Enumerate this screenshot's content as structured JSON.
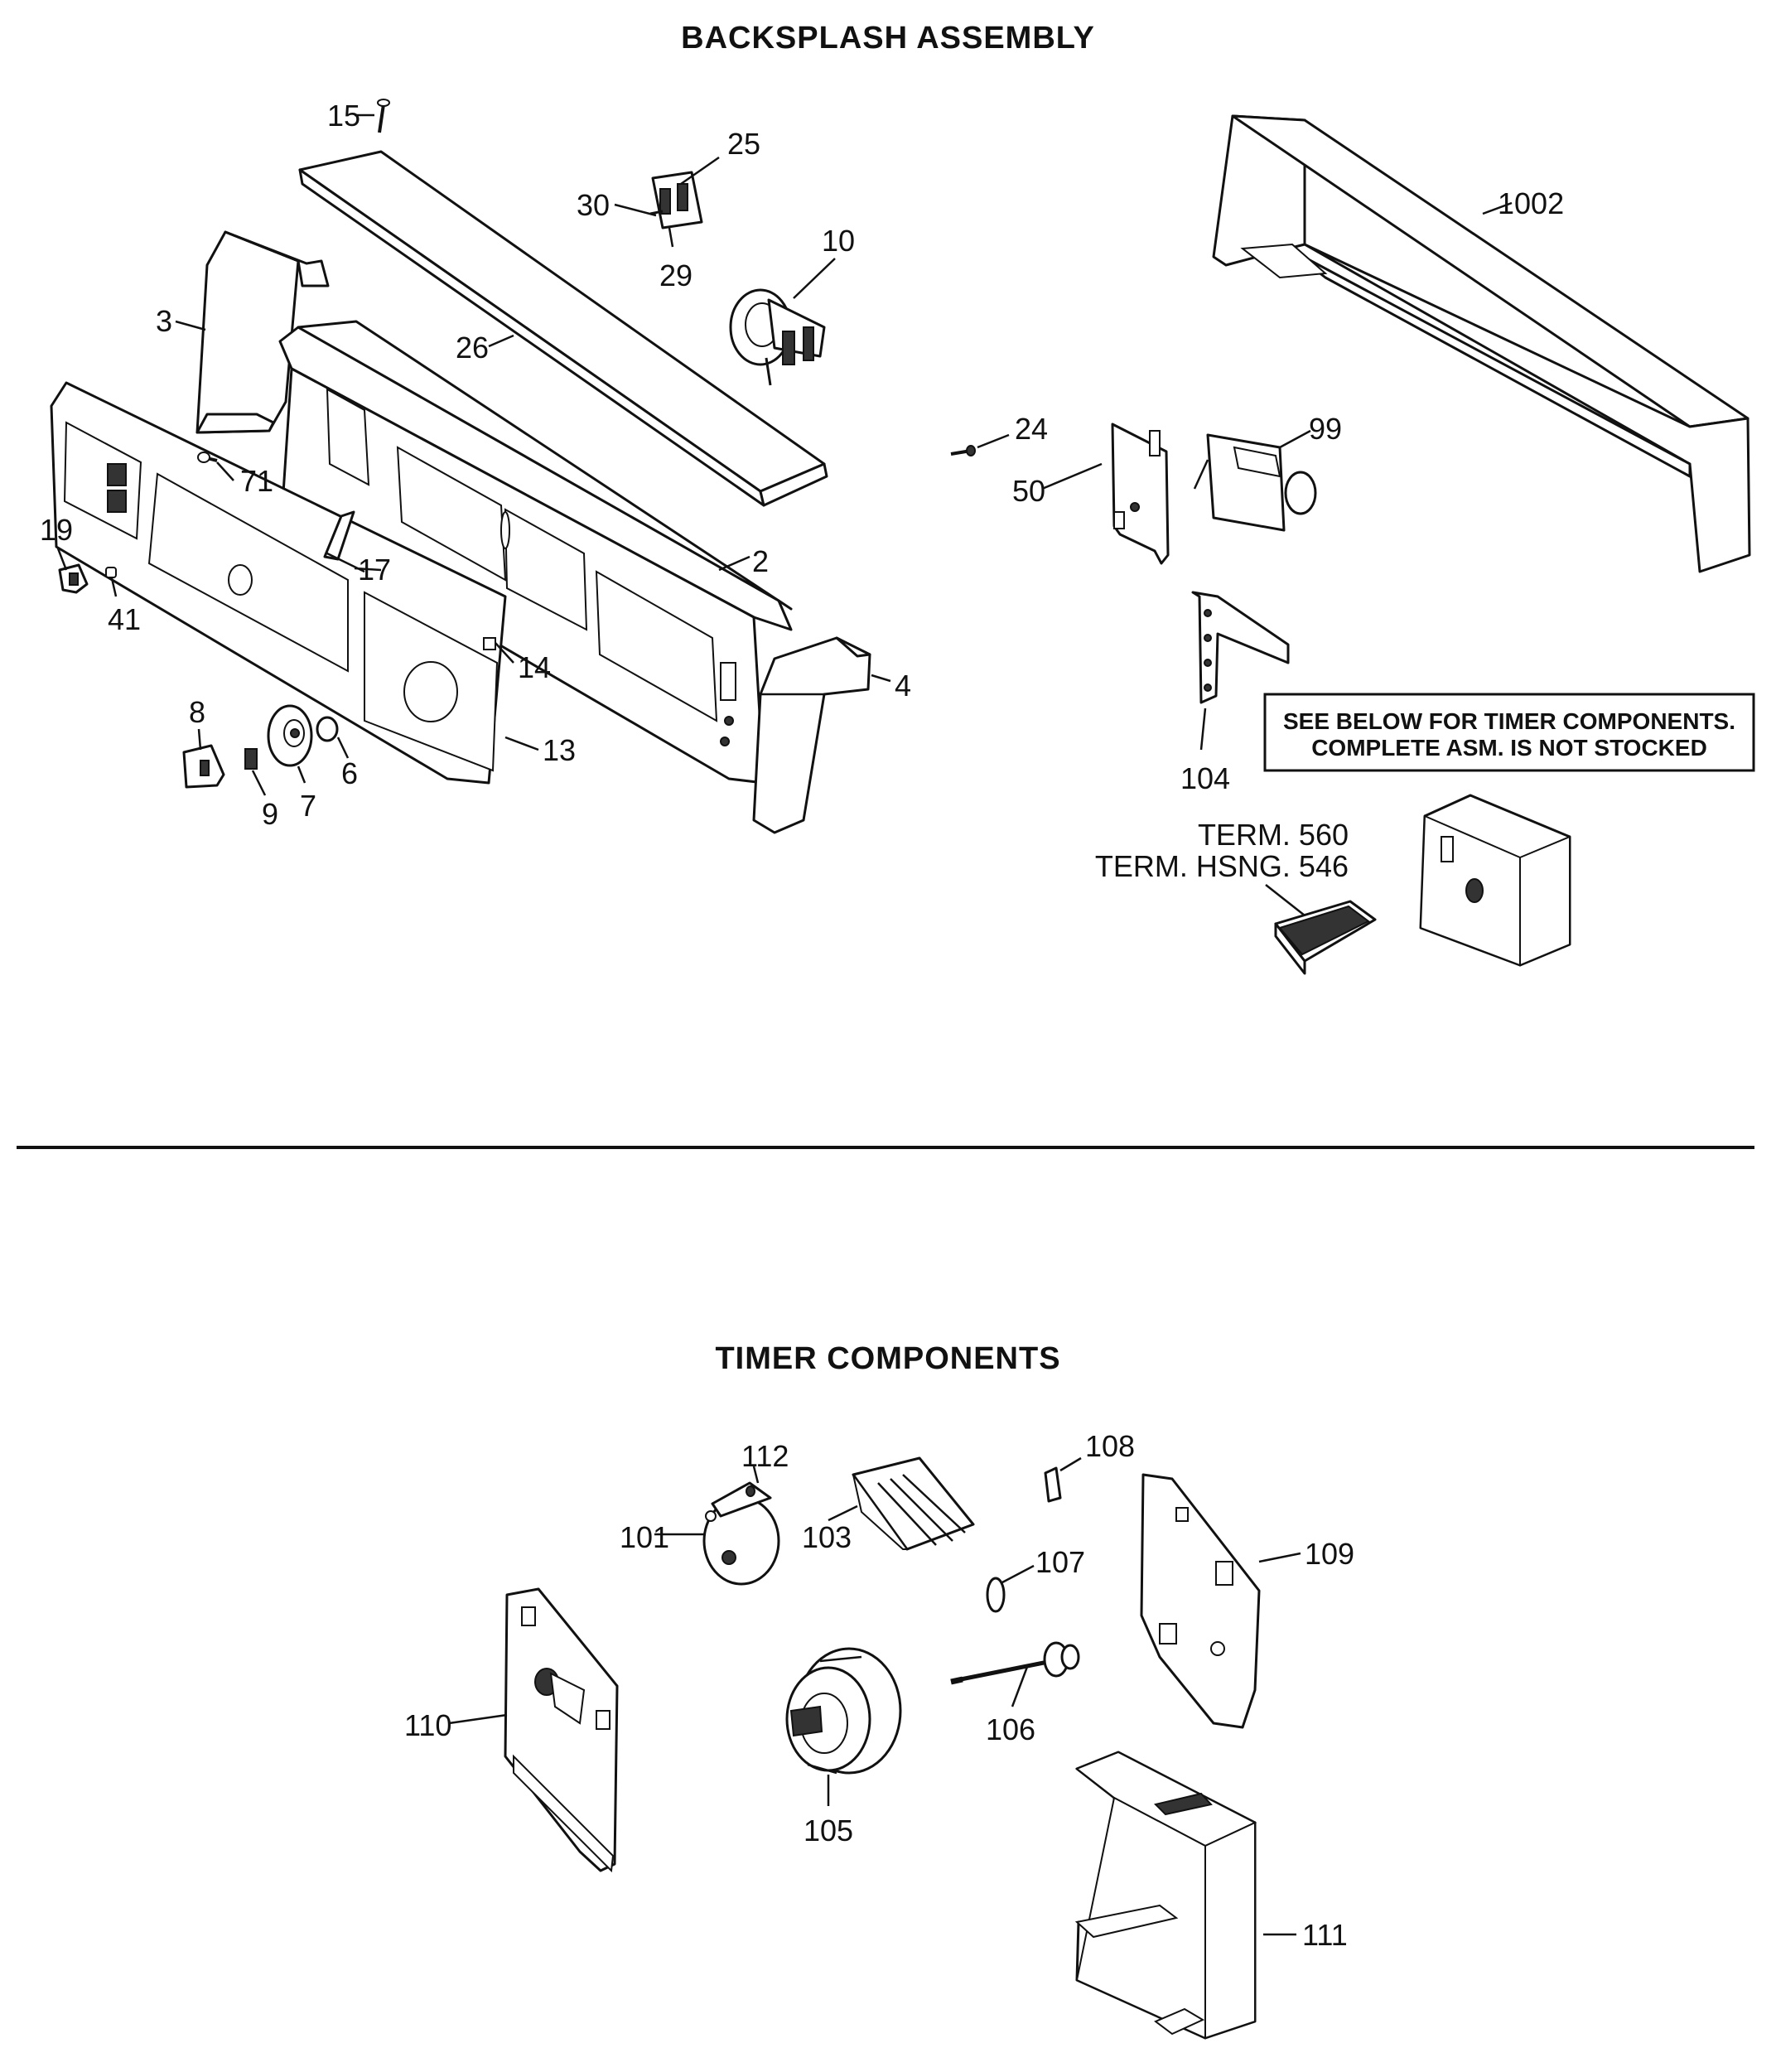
{
  "sections": {
    "backsplash_title": "BACKSPLASH ASSEMBLY",
    "timer_title": "TIMER COMPONENTS"
  },
  "note": {
    "line1": "SEE BELOW FOR TIMER COMPONENTS.",
    "line2": "COMPLETE ASM. IS NOT STOCKED"
  },
  "term_labels": {
    "terminal": "TERM. 560",
    "housing": "TERM. HSNG. 546"
  },
  "callouts": {
    "c15": "15",
    "c25": "25",
    "c30": "30",
    "c29": "29",
    "c10": "10",
    "c3": "3",
    "c26": "26",
    "c71": "71",
    "c19": "19",
    "c41": "41",
    "c17": "17",
    "c2": "2",
    "c14": "14",
    "c4": "4",
    "c8": "8",
    "c6": "6",
    "c9": "9",
    "c7": "7",
    "c13": "13",
    "c1002": "1002",
    "c24": "24",
    "c99": "99",
    "c50": "50",
    "c104": "104",
    "c112": "112",
    "c101": "101",
    "c103": "103",
    "c108": "108",
    "c107": "107",
    "c109": "109",
    "c110": "110",
    "c106": "106",
    "c105": "105",
    "c111": "111"
  }
}
